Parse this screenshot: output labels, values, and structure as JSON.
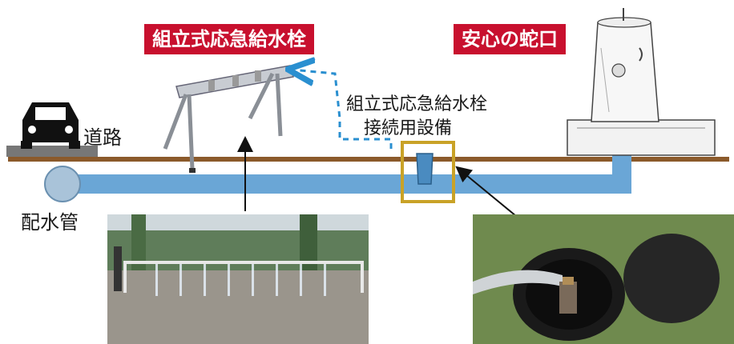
{
  "labels": {
    "hydrant_title": "組立式応急給水栓",
    "faucet_title": "安心の蛇口",
    "road": "道路",
    "pipe": "配水管",
    "connection_line1": "組立式応急給水栓",
    "connection_line2": "接続用設備"
  },
  "colors": {
    "title_bg": "#c8102e",
    "pipe": "#6aa6d6",
    "ground": "#8b5a2b",
    "dashed_arrow": "#2a8fd0",
    "highlight_box": "#c9a227"
  },
  "icons": [
    "car-icon",
    "water-main-icon",
    "standpipe-icon",
    "connection-valve-icon",
    "tree-stump-faucet-icon"
  ]
}
